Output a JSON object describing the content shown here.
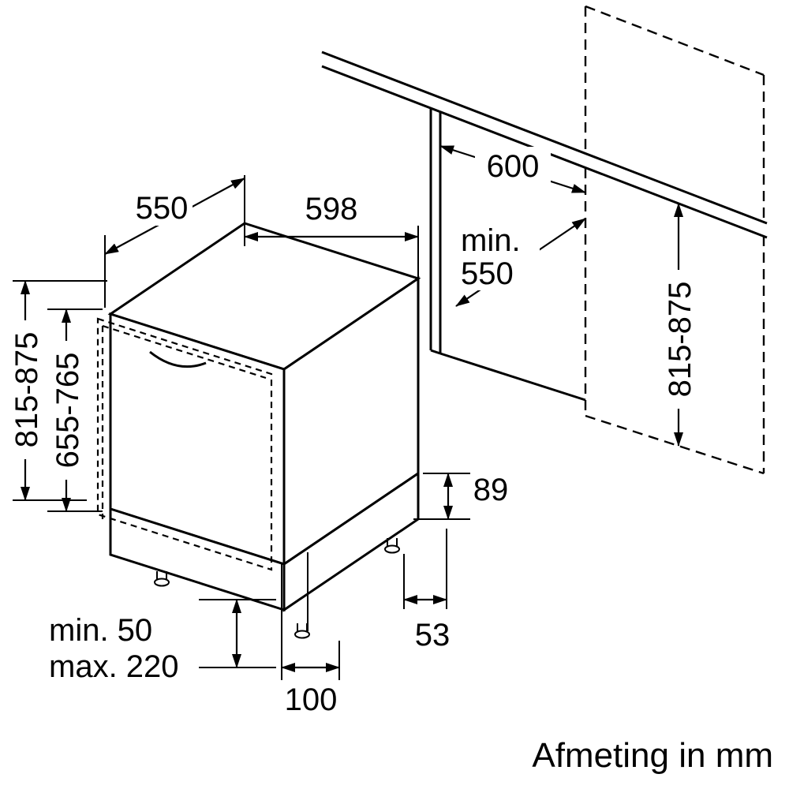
{
  "caption": "Afmeting in mm",
  "units": "mm",
  "dims": {
    "depth_top": "550",
    "width_top": "598",
    "niche_width": "600",
    "niche_depth_min_label": "min.",
    "niche_depth_min_value": "550",
    "appliance_height_range": "815-875",
    "door_panel_height_range": "655-765",
    "niche_height_range": "815-875",
    "base_height": "89",
    "foot_offset_side": "53",
    "foot_offset_front": "100",
    "plinth_min": "min. 50",
    "plinth_max": "max. 220"
  },
  "colors": {
    "line": "#000000",
    "background": "#ffffff"
  }
}
